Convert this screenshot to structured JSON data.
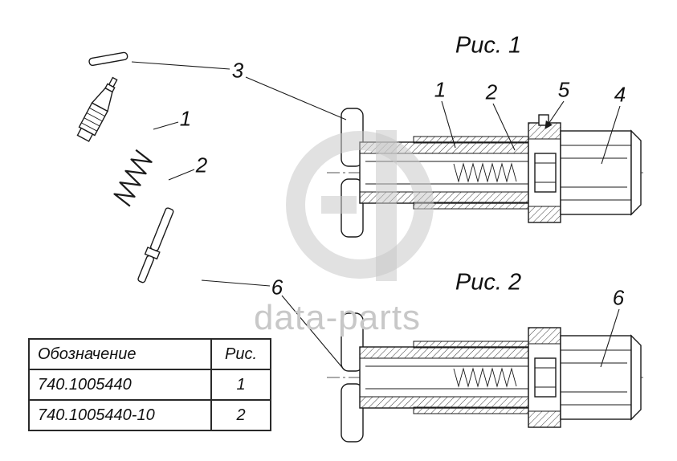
{
  "figure_labels": {
    "fig1": "Рис. 1",
    "fig2": "Рис. 2"
  },
  "callouts": {
    "pin": "3",
    "valve": "1",
    "spring": "2",
    "rod": "6",
    "fig1_body": "1",
    "fig1_inner": "2",
    "fig1_pin": "5",
    "fig1_nut": "4",
    "fig2_nut": "6"
  },
  "table": {
    "headers": [
      "Обозначение",
      "Рис."
    ],
    "rows": [
      {
        "designation": "740.1005440",
        "fig": "1"
      },
      {
        "designation": "740.1005440-10",
        "fig": "2"
      }
    ]
  },
  "watermark": {
    "text": "data-parts"
  },
  "colors": {
    "line": "#1a1a1a",
    "watermark": "#c8c8c8"
  }
}
